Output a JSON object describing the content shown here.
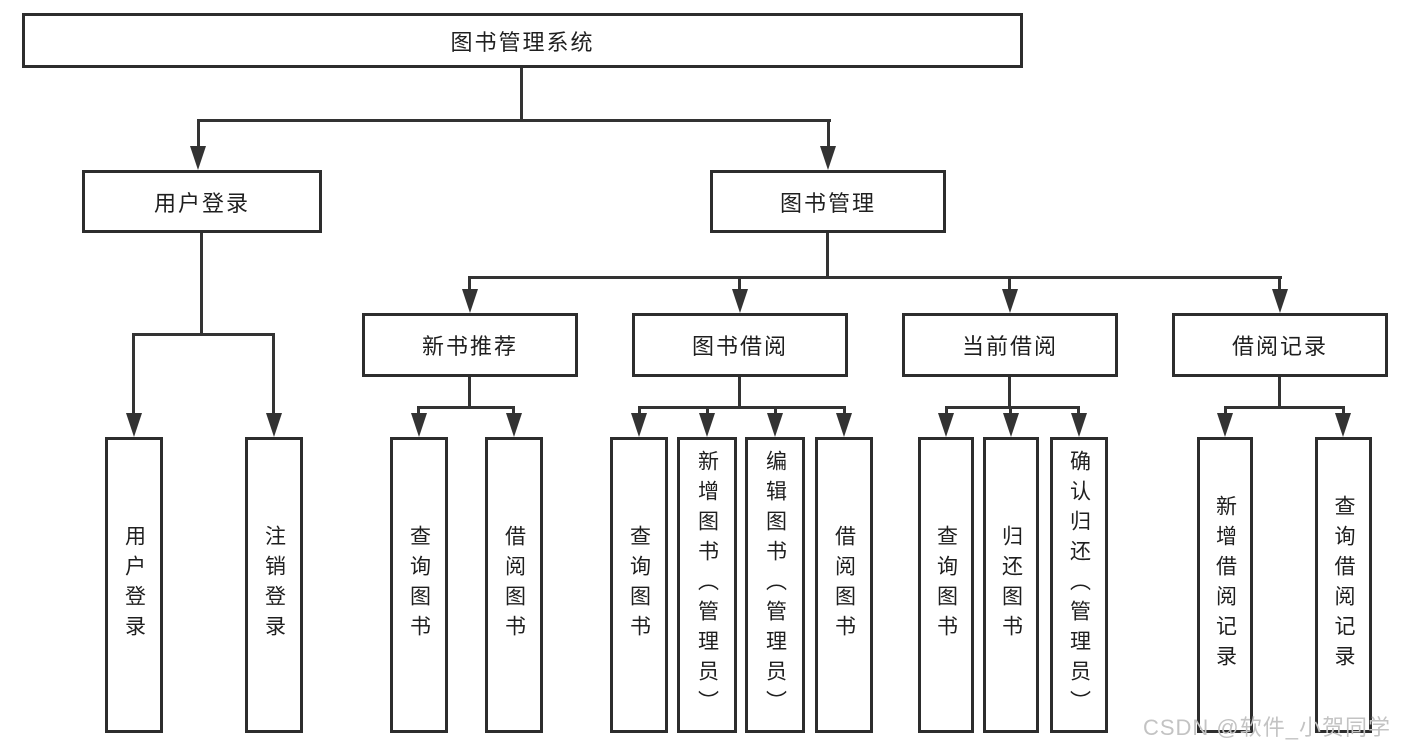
{
  "nodes": {
    "root": "图书管理系统",
    "user_login": "用户登录",
    "book_mgmt": "图书管理",
    "new_book_rec": "新书推荐",
    "book_borrow": "图书借阅",
    "current_borrow": "当前借阅",
    "borrow_records": "借阅记录",
    "leaf_user_login": "用户登录",
    "leaf_logout": "注销登录",
    "rec_query_book": "查询图书",
    "rec_borrow_book": "借阅图书",
    "bb_query_book": "查询图书",
    "bb_add_book": "新增图书（管理员）",
    "bb_edit_book": "编辑图书（管理员）",
    "bb_borrow_book": "借阅图书",
    "cb_query_book": "查询图书",
    "cb_return_book": "归还图书",
    "cb_confirm_return": "确认归还（管理员）",
    "br_add_record": "新增借阅记录",
    "br_query_record": "查询借阅记录"
  },
  "watermark": "CSDN @软件_小贺同学",
  "colors": {
    "line": "#333333",
    "border": "#2d2d2d",
    "text": "#1f1f1f",
    "watermark": "#c3c3c3",
    "background": "#ffffff"
  }
}
